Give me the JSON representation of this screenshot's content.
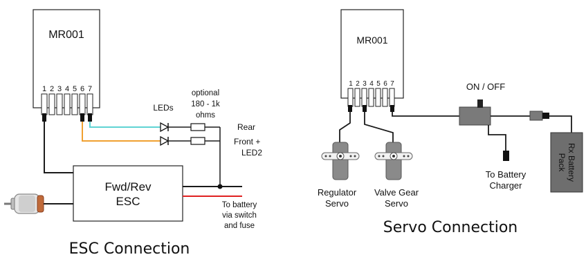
{
  "esc": {
    "module_title": "MR001",
    "pins": [
      "1",
      "2",
      "3",
      "4",
      "5",
      "6",
      "7"
    ],
    "leds_label": "LEDs",
    "resistor_note": [
      "optional",
      "180 - 1k",
      "ohms"
    ],
    "rear_label": "Rear",
    "front_label": [
      "Front +",
      "LED2"
    ],
    "esc_label": [
      "Fwd/Rev",
      "ESC"
    ],
    "battery_note": [
      "To battery",
      "via switch",
      "and fuse"
    ],
    "caption": "ESC Connection"
  },
  "servo": {
    "module_title": "MR001",
    "pins": [
      "1",
      "2",
      "3",
      "4",
      "5",
      "6",
      "7"
    ],
    "switch_label": "ON / OFF",
    "charger_label": [
      "To Battery",
      "Charger"
    ],
    "battery_pack_label": [
      "Rx Battery",
      "Pack"
    ],
    "regulator_label": [
      "Regulator",
      "Servo"
    ],
    "valve_label": [
      "Valve Gear",
      "Servo"
    ],
    "caption": "Servo Connection"
  },
  "colors": {
    "wire_black": "#1a1a1a",
    "wire_teal": "#5fd3d3",
    "wire_orange": "#f0a030",
    "wire_red": "#e02020",
    "switch_gray": "#7a7a7a",
    "battery_gray": "#6e6e6e",
    "motor_copper": "#c06a3a"
  }
}
